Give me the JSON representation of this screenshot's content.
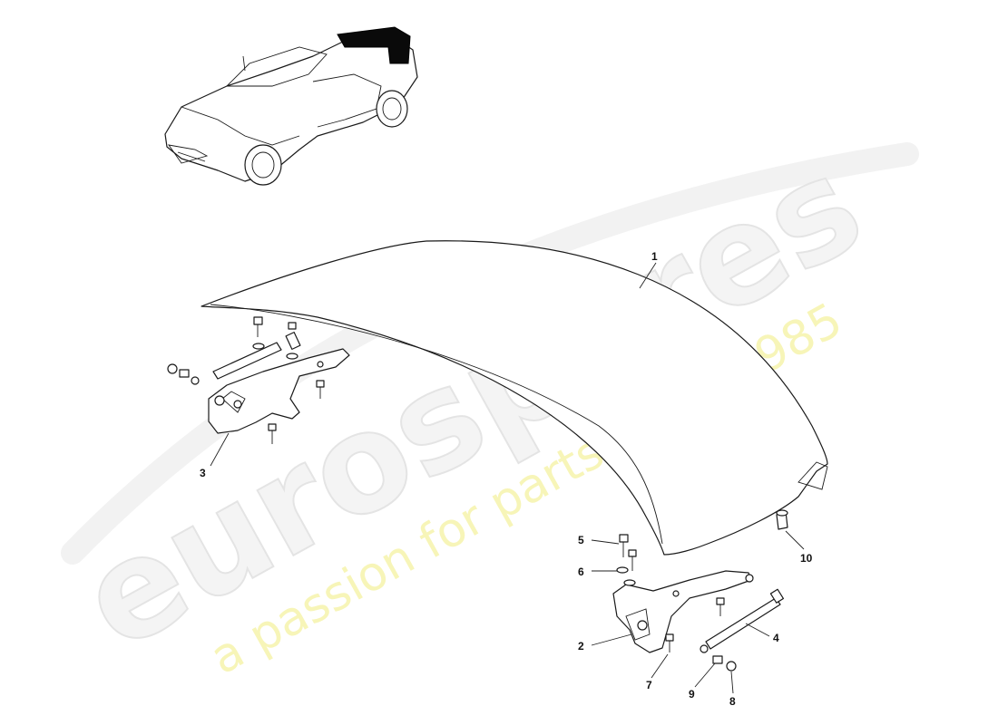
{
  "watermark": {
    "brand": "eurospares",
    "tagline": "a passion for parts since 1985",
    "brand_color": "#e6e6e6",
    "tagline_color": "#f3f0a0"
  },
  "callouts": {
    "c1": "1",
    "c2": "2",
    "c3": "3",
    "c4": "4",
    "c5": "5",
    "c6": "6",
    "c7": "7",
    "c8": "8",
    "c9": "9",
    "c10": "10"
  },
  "colors": {
    "line": "#1a1a1a",
    "highlight": "#000000"
  }
}
